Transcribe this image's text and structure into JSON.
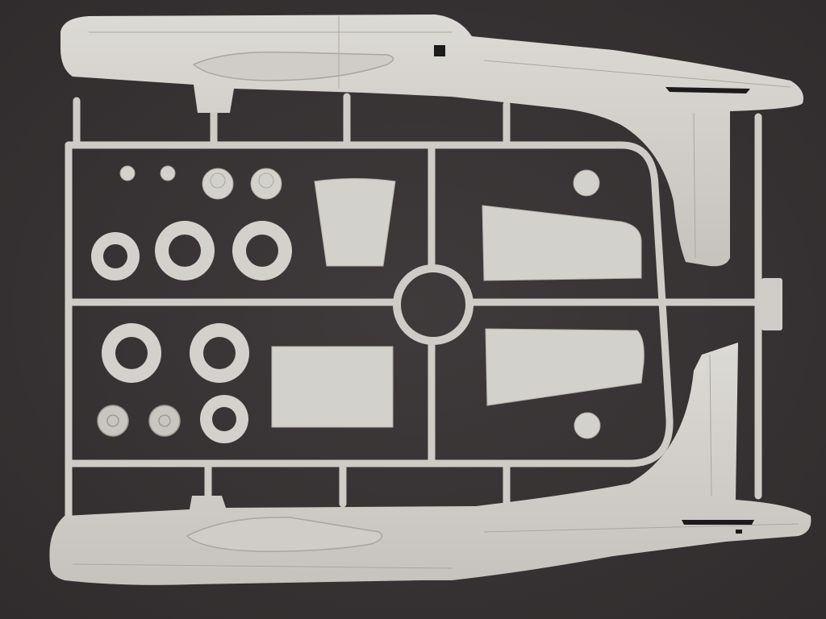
{
  "colors": {
    "background": "#3b3637",
    "plastic": "#d6d4cf",
    "plastic_shadow": "#b9b6b1",
    "panel_line": "#a9a6a1",
    "hole": "#1c1a1a"
  },
  "subject": {
    "tires": 6,
    "hub_parts": 4,
    "detailed_wheels": 2
  }
}
